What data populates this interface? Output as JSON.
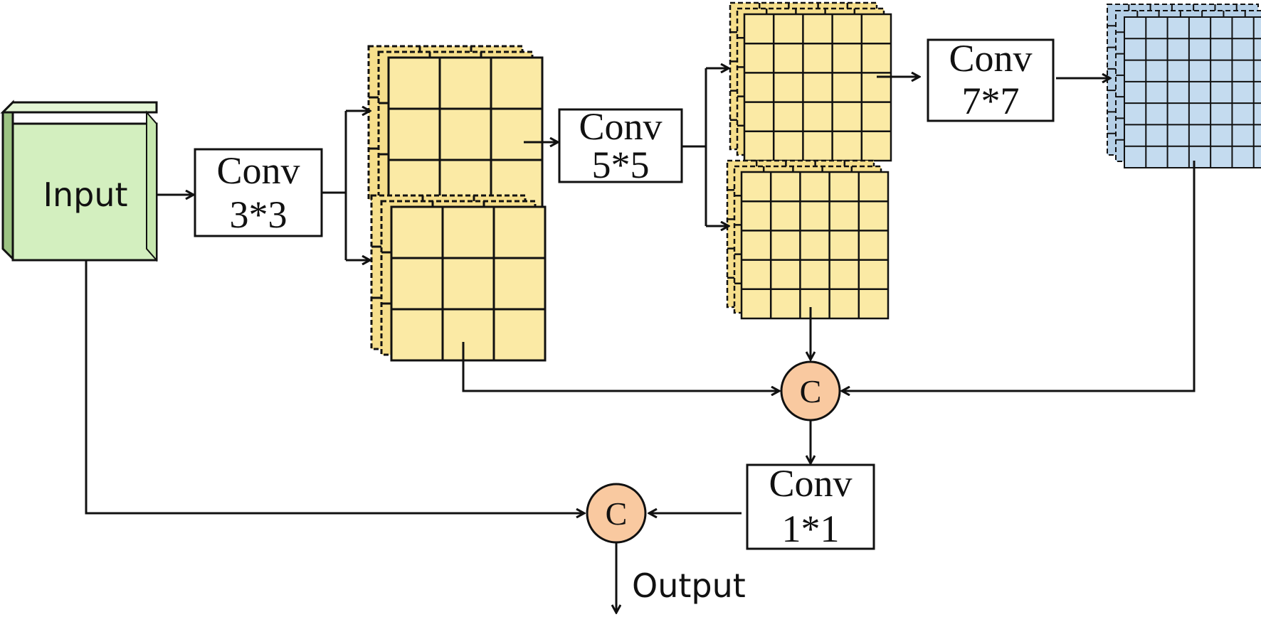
{
  "colors": {
    "input_front": "#d3efbf",
    "input_top": "#e3f5d4",
    "input_side": "#9cc383",
    "feature_yellow": "#fbeaa5",
    "feature_yellow_back": "#f6df8c",
    "feature_blue": "#c4dbef",
    "feature_blue_back": "#b5cfe6",
    "concat_fill": "#f9c9a0",
    "concat_stroke": "#b06a39",
    "stroke": "#111111"
  },
  "input": {
    "label": "Input"
  },
  "conv3": {
    "line1": "Conv",
    "line2": "3*3"
  },
  "conv5": {
    "line1": "Conv",
    "line2": "5*5"
  },
  "conv7": {
    "line1": "Conv",
    "line2": "7*7"
  },
  "conv1": {
    "line1": "Conv",
    "line2": "1*1"
  },
  "concat_top": {
    "label": "C"
  },
  "concat_bottom": {
    "label": "C"
  },
  "output": {
    "label": "Output"
  }
}
